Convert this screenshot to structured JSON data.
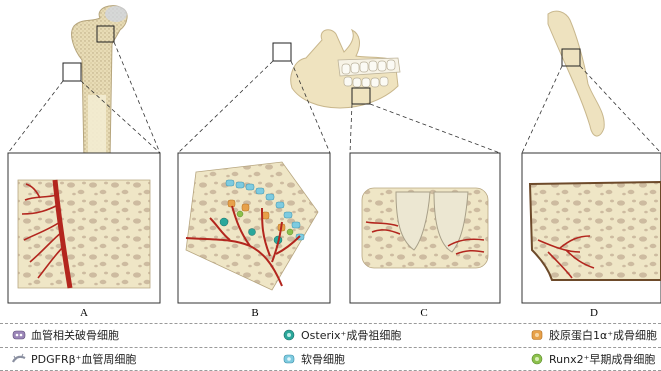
{
  "panels": [
    {
      "label": "A"
    },
    {
      "label": "B"
    },
    {
      "label": "C"
    },
    {
      "label": "D"
    }
  ],
  "legend": [
    {
      "text": "血管相关破骨细胞",
      "icon": "osteoclast-icon",
      "color": "#9b86b8"
    },
    {
      "text": "PDGFRβ⁺血管周细胞",
      "icon": "pericyte-icon",
      "color": "#8a8fa0"
    },
    {
      "text": "Osterix⁺成骨祖细胞",
      "icon": "osteoprogenitor-icon",
      "color": "#2aa79b"
    },
    {
      "text": "软骨细胞",
      "icon": "chondrocyte-icon",
      "color": "#7ecbe0"
    },
    {
      "text": "胶原蛋白1α⁺成骨细胞",
      "icon": "osteoblast-icon",
      "color": "#e7a14a"
    },
    {
      "text": "Runx2⁺早期成骨细胞",
      "icon": "early-osteoblast-icon",
      "color": "#8cc04c"
    }
  ],
  "colors": {
    "bone": "#efe6c6",
    "bone_dark": "#d8caa0",
    "marrow_spot": "#cdbba0",
    "vessel": "#b3261e",
    "frame": "#333333"
  }
}
